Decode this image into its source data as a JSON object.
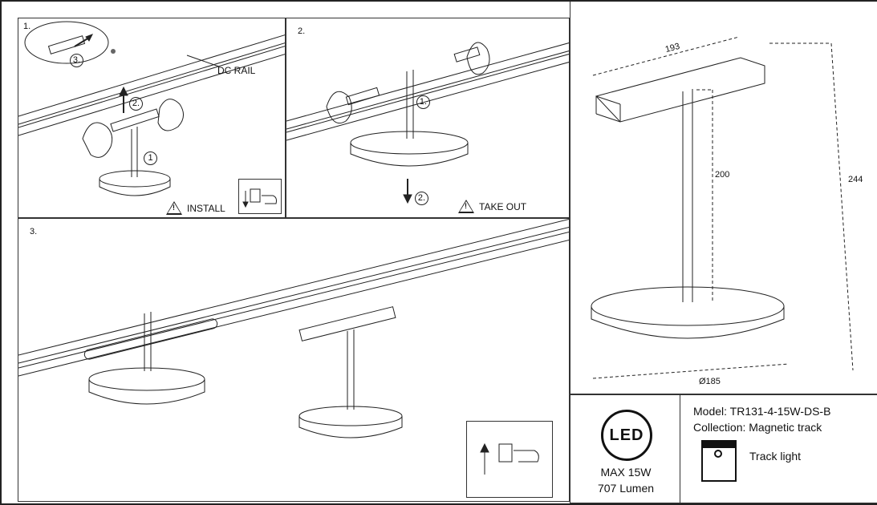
{
  "steps": [
    {
      "number": "1.",
      "label": "DC RAIL",
      "warning": "INSTALL",
      "markers": [
        "1",
        "2.",
        "3."
      ]
    },
    {
      "number": "2.",
      "warning": "TAKE OUT",
      "markers": [
        "1.",
        "2."
      ]
    },
    {
      "number": "3."
    }
  ],
  "dimensions": {
    "width": "193",
    "stem": "200",
    "height": "244",
    "diameter": "Ø185"
  },
  "led": {
    "badge": "LED",
    "power": "MAX 15W",
    "lumen": "707 Lumen"
  },
  "product": {
    "model": "Model: TR131-4-15W-DS-B",
    "collection": "Collection: Magnetic track",
    "type": "Track light"
  },
  "warning_glyph": "!"
}
